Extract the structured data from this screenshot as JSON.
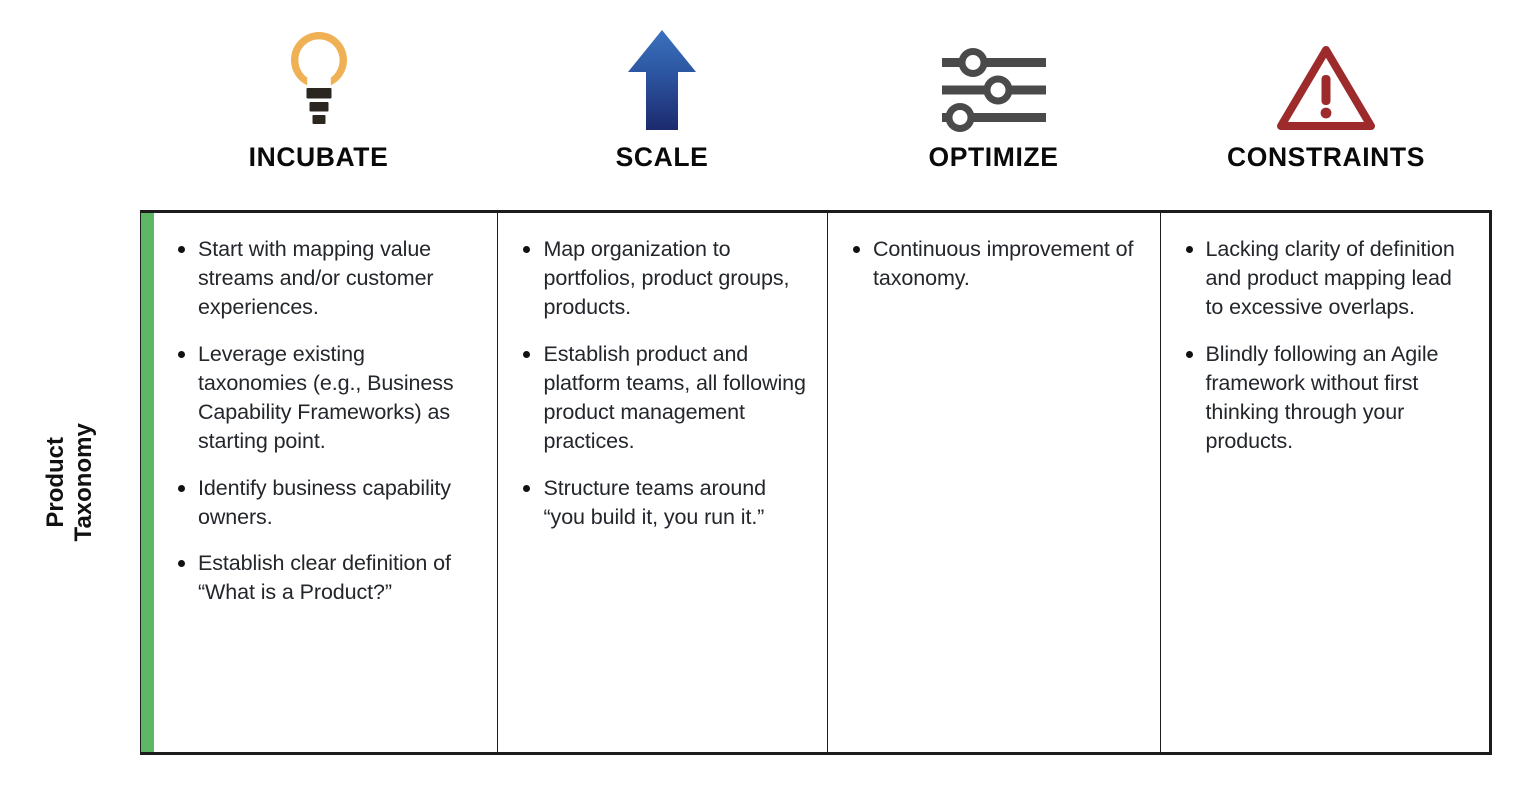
{
  "columns": [
    {
      "key": "incubate",
      "label": "INCUBATE",
      "icon": "lightbulb-icon",
      "icon_color": "#f0b054",
      "accent_color": "#5eb765",
      "bullets": [
        "Start with mapping value streams and/or customer experiences.",
        "Leverage existing taxonomies (e.g., Business Capability Frameworks) as starting point.",
        "Identify business capability owners.",
        "Establish clear definition of “What is a Product?”"
      ]
    },
    {
      "key": "scale",
      "label": "SCALE",
      "icon": "up-arrow-icon",
      "icon_color": "#28529c",
      "bullets": [
        "Map organization to portfolios, product groups, products.",
        "Establish product and platform teams, all following product management practices.",
        "Structure teams around “you build it, you run it.”"
      ]
    },
    {
      "key": "optimize",
      "label": "OPTIMIZE",
      "icon": "sliders-icon",
      "icon_color": "#4a4a4a",
      "bullets": [
        "Continuous improvement of taxonomy."
      ]
    },
    {
      "key": "constraints",
      "label": "CONSTRAINTS",
      "icon": "warning-triangle-icon",
      "icon_color": "#9e2b2b",
      "bullets": [
        "Lacking clarity of definition and product mapping lead to excessive overlaps.",
        "Blindly following an Agile framework without first thinking through your products."
      ]
    }
  ],
  "row": {
    "label_line1": "Product",
    "label_line2": "Taxonomy"
  },
  "colors": {
    "accent_green": "#5eb765",
    "bulb_amber": "#f0b054",
    "arrow_blue_top": "#2f66b5",
    "arrow_blue_bottom": "#1d2f72",
    "slider_gray": "#4a4a4a",
    "warning_red": "#9e2b2b",
    "border": "#1c1c1c",
    "body_text": "#23262b"
  }
}
